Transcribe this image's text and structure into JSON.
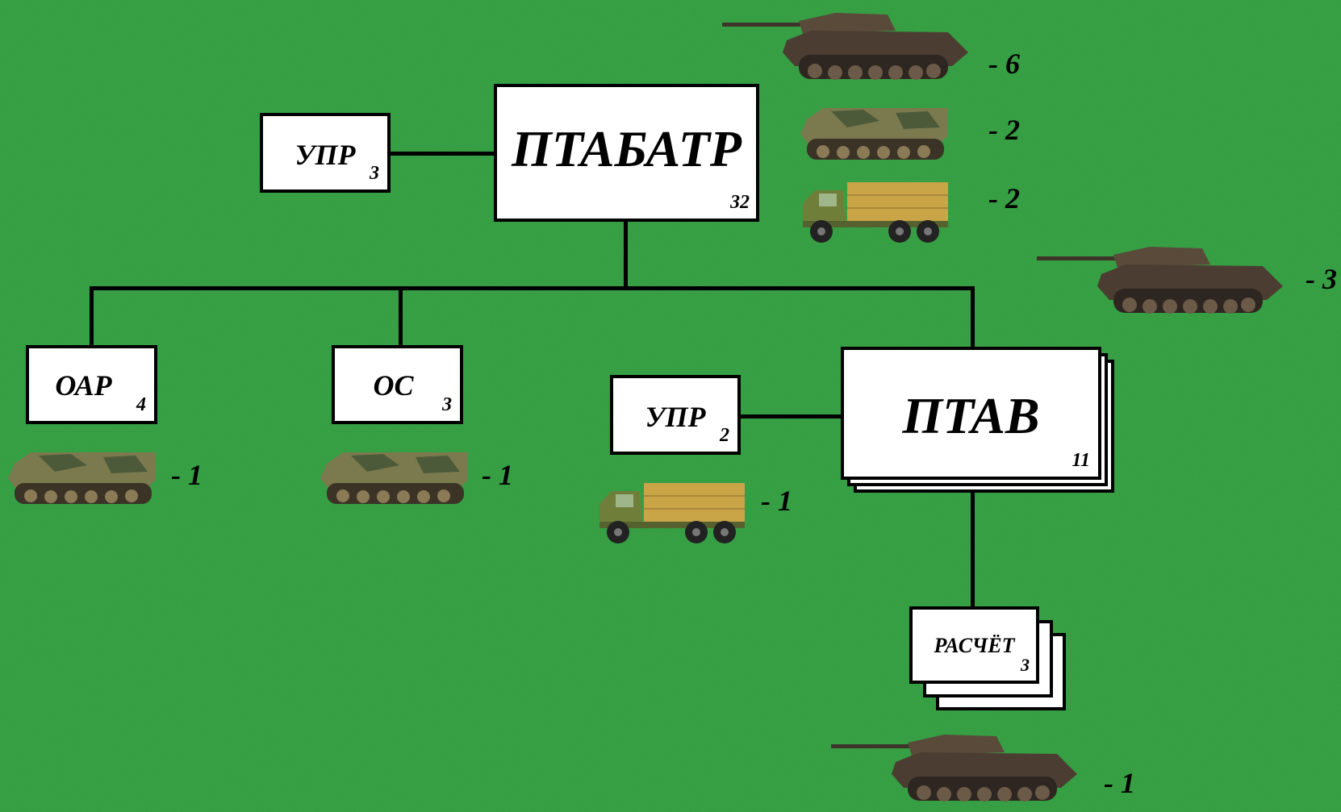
{
  "colors": {
    "background": "#2f9a3b",
    "box": "#ffffff",
    "line": "#000000"
  },
  "nodes": {
    "root": {
      "label": "ПТАБАТР",
      "count": "32"
    },
    "hq": {
      "label": "УПР",
      "count": "3"
    },
    "oar": {
      "label": "ОАР",
      "count": "4"
    },
    "os": {
      "label": "ОС",
      "count": "3"
    },
    "ptav": {
      "label": "ПТАВ",
      "count": "11"
    },
    "ptav_hq": {
      "label": "УПР",
      "count": "2"
    },
    "crew": {
      "label": "РАСЧЁТ",
      "count": "3"
    }
  },
  "vehicles": {
    "root_tank": {
      "icon": "tank-icon",
      "count": "- 6"
    },
    "root_apc": {
      "icon": "apc-icon",
      "count": "- 2"
    },
    "root_truck": {
      "icon": "truck-icon",
      "count": "- 2"
    },
    "ptav_tank": {
      "icon": "tank-icon",
      "count": "- 3"
    },
    "oar_apc": {
      "icon": "apc-icon",
      "count": "- 1"
    },
    "os_apc": {
      "icon": "apc-icon",
      "count": "- 1"
    },
    "ptav_hq_truck": {
      "icon": "truck-icon",
      "count": "- 1"
    },
    "crew_tank": {
      "icon": "tank-icon",
      "count": "- 1"
    }
  }
}
